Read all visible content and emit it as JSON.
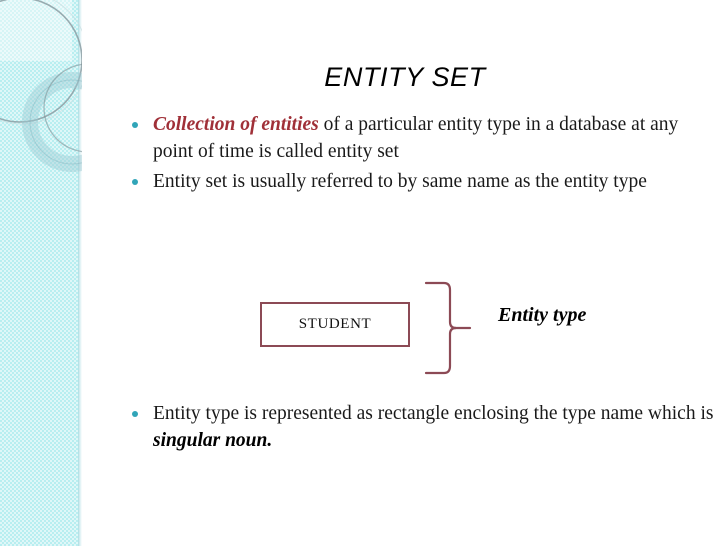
{
  "slide": {
    "title": "ENTITY SET",
    "background_color": "#ffffff",
    "sidebar_color": "#b8eef0",
    "accent_bullet_color": "#31a5b8",
    "emphasis_color": "#a03038",
    "diagram_stroke_color": "#8c4a55"
  },
  "bullets_top": [
    {
      "emphasis": "Collection of entities",
      "text": " of a particular entity type in a database at any point of time is called entity set"
    },
    {
      "emphasis": "",
      "text": "Entity set is usually referred to by same name as the entity type"
    }
  ],
  "diagram": {
    "entity_box_label": "STUDENT",
    "callout_label": "Entity type",
    "brace_icon": "curly-brace-icon"
  },
  "bullets_bottom": [
    {
      "text_before": "Entity type is represented as rectangle enclosing the type name which is ",
      "emphasis": "singular noun.",
      "text_after": ""
    }
  ]
}
